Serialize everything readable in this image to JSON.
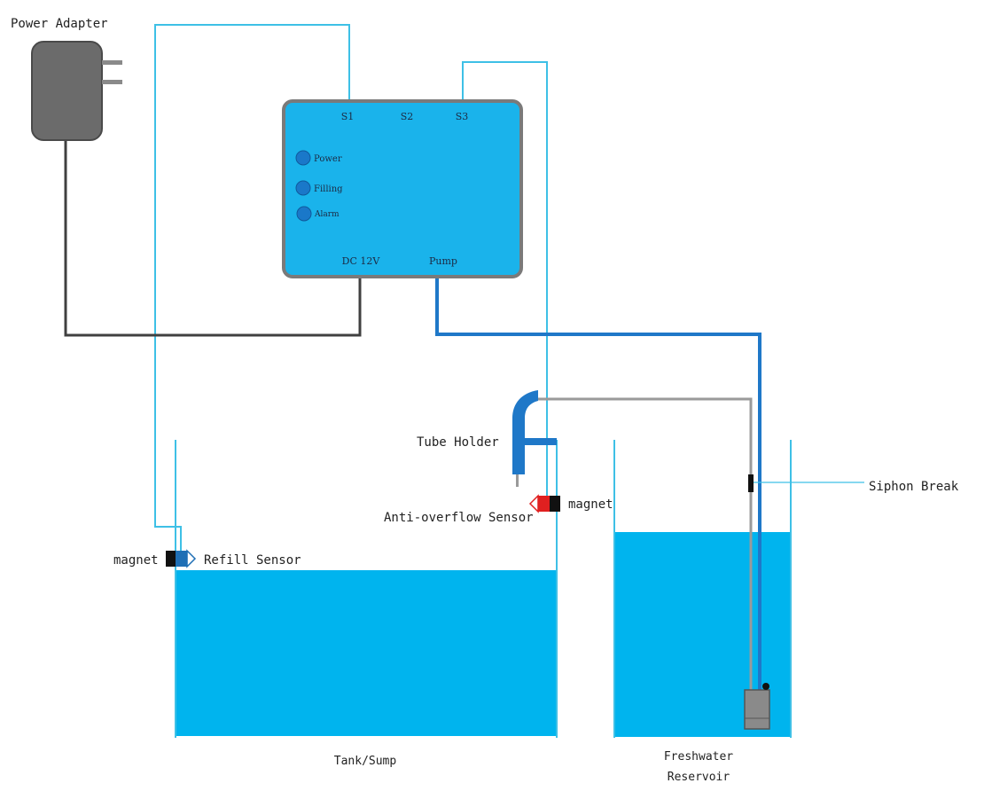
{
  "labels": {
    "power_adapter": "Power Adapter",
    "tube_holder": "Tube Holder",
    "siphon_break": "Siphon Break",
    "anti_overflow_sensor": "Anti-overflow Sensor",
    "refill_sensor": "Refill Sensor",
    "magnet_left": "magnet",
    "magnet_right": "magnet",
    "tank_sump": "Tank/Sump",
    "freshwater_line1": "Freshwater",
    "freshwater_line2": "Reservoir"
  },
  "controller": {
    "ports": {
      "s1": "S1",
      "s2": "S2",
      "s3": "S3",
      "dc": "DC 12V",
      "pump": "Pump"
    },
    "leds": {
      "power": "Power",
      "filling": "Filling",
      "alarm": "Alarm"
    }
  },
  "colors": {
    "water": "#00b4ee",
    "controller_fill": "#1ab3eb",
    "controller_border": "#7a7a7a",
    "sensor_wire": "#3ec0e6",
    "pump_hose": "#1f78c8",
    "power_cable": "#404040",
    "siphon_tube": "#9a9a9a",
    "adapter": "#6b6b6b",
    "led": "#1a78c9",
    "anti_overflow_sensor": "#e02020",
    "refill_sensor": "#1f6fb5"
  },
  "icons": {
    "adapter": "power-adapter-icon",
    "pump": "pump-icon",
    "tube_holder": "tube-holder-icon"
  }
}
